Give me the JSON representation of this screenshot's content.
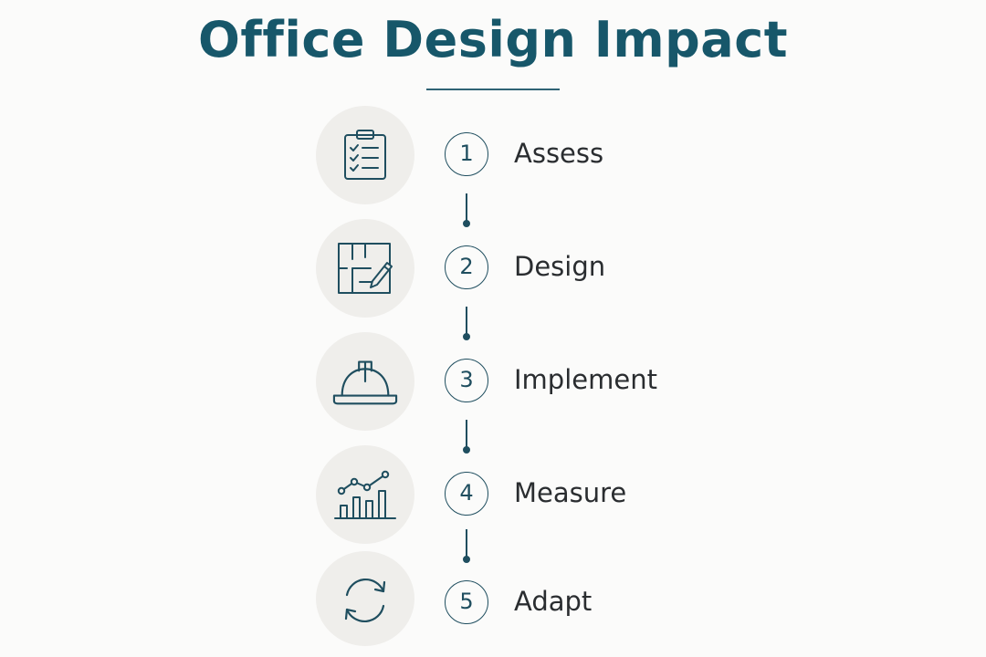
{
  "title": "Office Design Impact",
  "steps": [
    {
      "number": "1",
      "label": "Assess",
      "icon": "clipboard-checklist-icon"
    },
    {
      "number": "2",
      "label": "Design",
      "icon": "floorplan-pencil-icon"
    },
    {
      "number": "3",
      "label": "Implement",
      "icon": "hard-hat-icon"
    },
    {
      "number": "4",
      "label": "Measure",
      "icon": "bar-chart-trend-icon"
    },
    {
      "number": "5",
      "label": "Adapt",
      "icon": "refresh-cycle-icon"
    }
  ],
  "colors": {
    "title": "#17576a",
    "accent": "#1f4e5f",
    "icon_background": "#efeeeb",
    "label_text": "#2a2d30",
    "page_background": "#fbfbfa"
  }
}
